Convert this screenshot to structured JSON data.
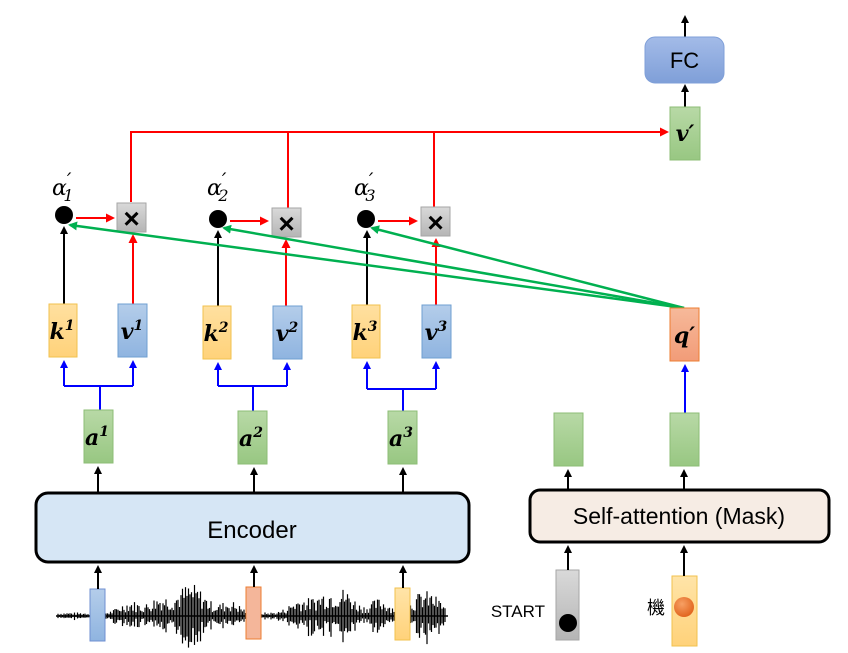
{
  "title": "Cross attention between encoder and masked self-attention decoder",
  "colors": {
    "query_key_line": "#000000",
    "value_path": "#ff0000",
    "attention_score_path": "#00b050",
    "projection_path": "#0000ff",
    "key_fill": "#ffd98a",
    "value_fill": "#9dc3e6",
    "encoder_output_fill": "#a9d18e",
    "query_fill": "#f4b183",
    "fc_fill": "#8faadc"
  },
  "fc": {
    "label": "FC"
  },
  "output_vector": {
    "base": "v",
    "prime": "′"
  },
  "columns": [
    {
      "alpha": "α",
      "alpha_prime": "′",
      "alpha_sub": "1",
      "key": "k",
      "key_sup": "1",
      "value": "v",
      "value_sup": "1",
      "input": "a",
      "input_sup": "1",
      "multiply": "×"
    },
    {
      "alpha": "α",
      "alpha_prime": "′",
      "alpha_sub": "2",
      "key": "k",
      "key_sup": "2",
      "value": "v",
      "value_sup": "2",
      "input": "a",
      "input_sup": "2",
      "multiply": "×"
    },
    {
      "alpha": "α",
      "alpha_prime": "′",
      "alpha_sub": "3",
      "key": "k",
      "key_sup": "3",
      "value": "v",
      "value_sup": "3",
      "input": "a",
      "input_sup": "3",
      "multiply": "×"
    }
  ],
  "query": {
    "base": "q",
    "prime": "′"
  },
  "encoder": {
    "label": "Encoder"
  },
  "decoder": {
    "label": "Self-attention (Mask)"
  },
  "decoder_inputs": [
    {
      "label": "START"
    },
    {
      "label": "機"
    }
  ]
}
